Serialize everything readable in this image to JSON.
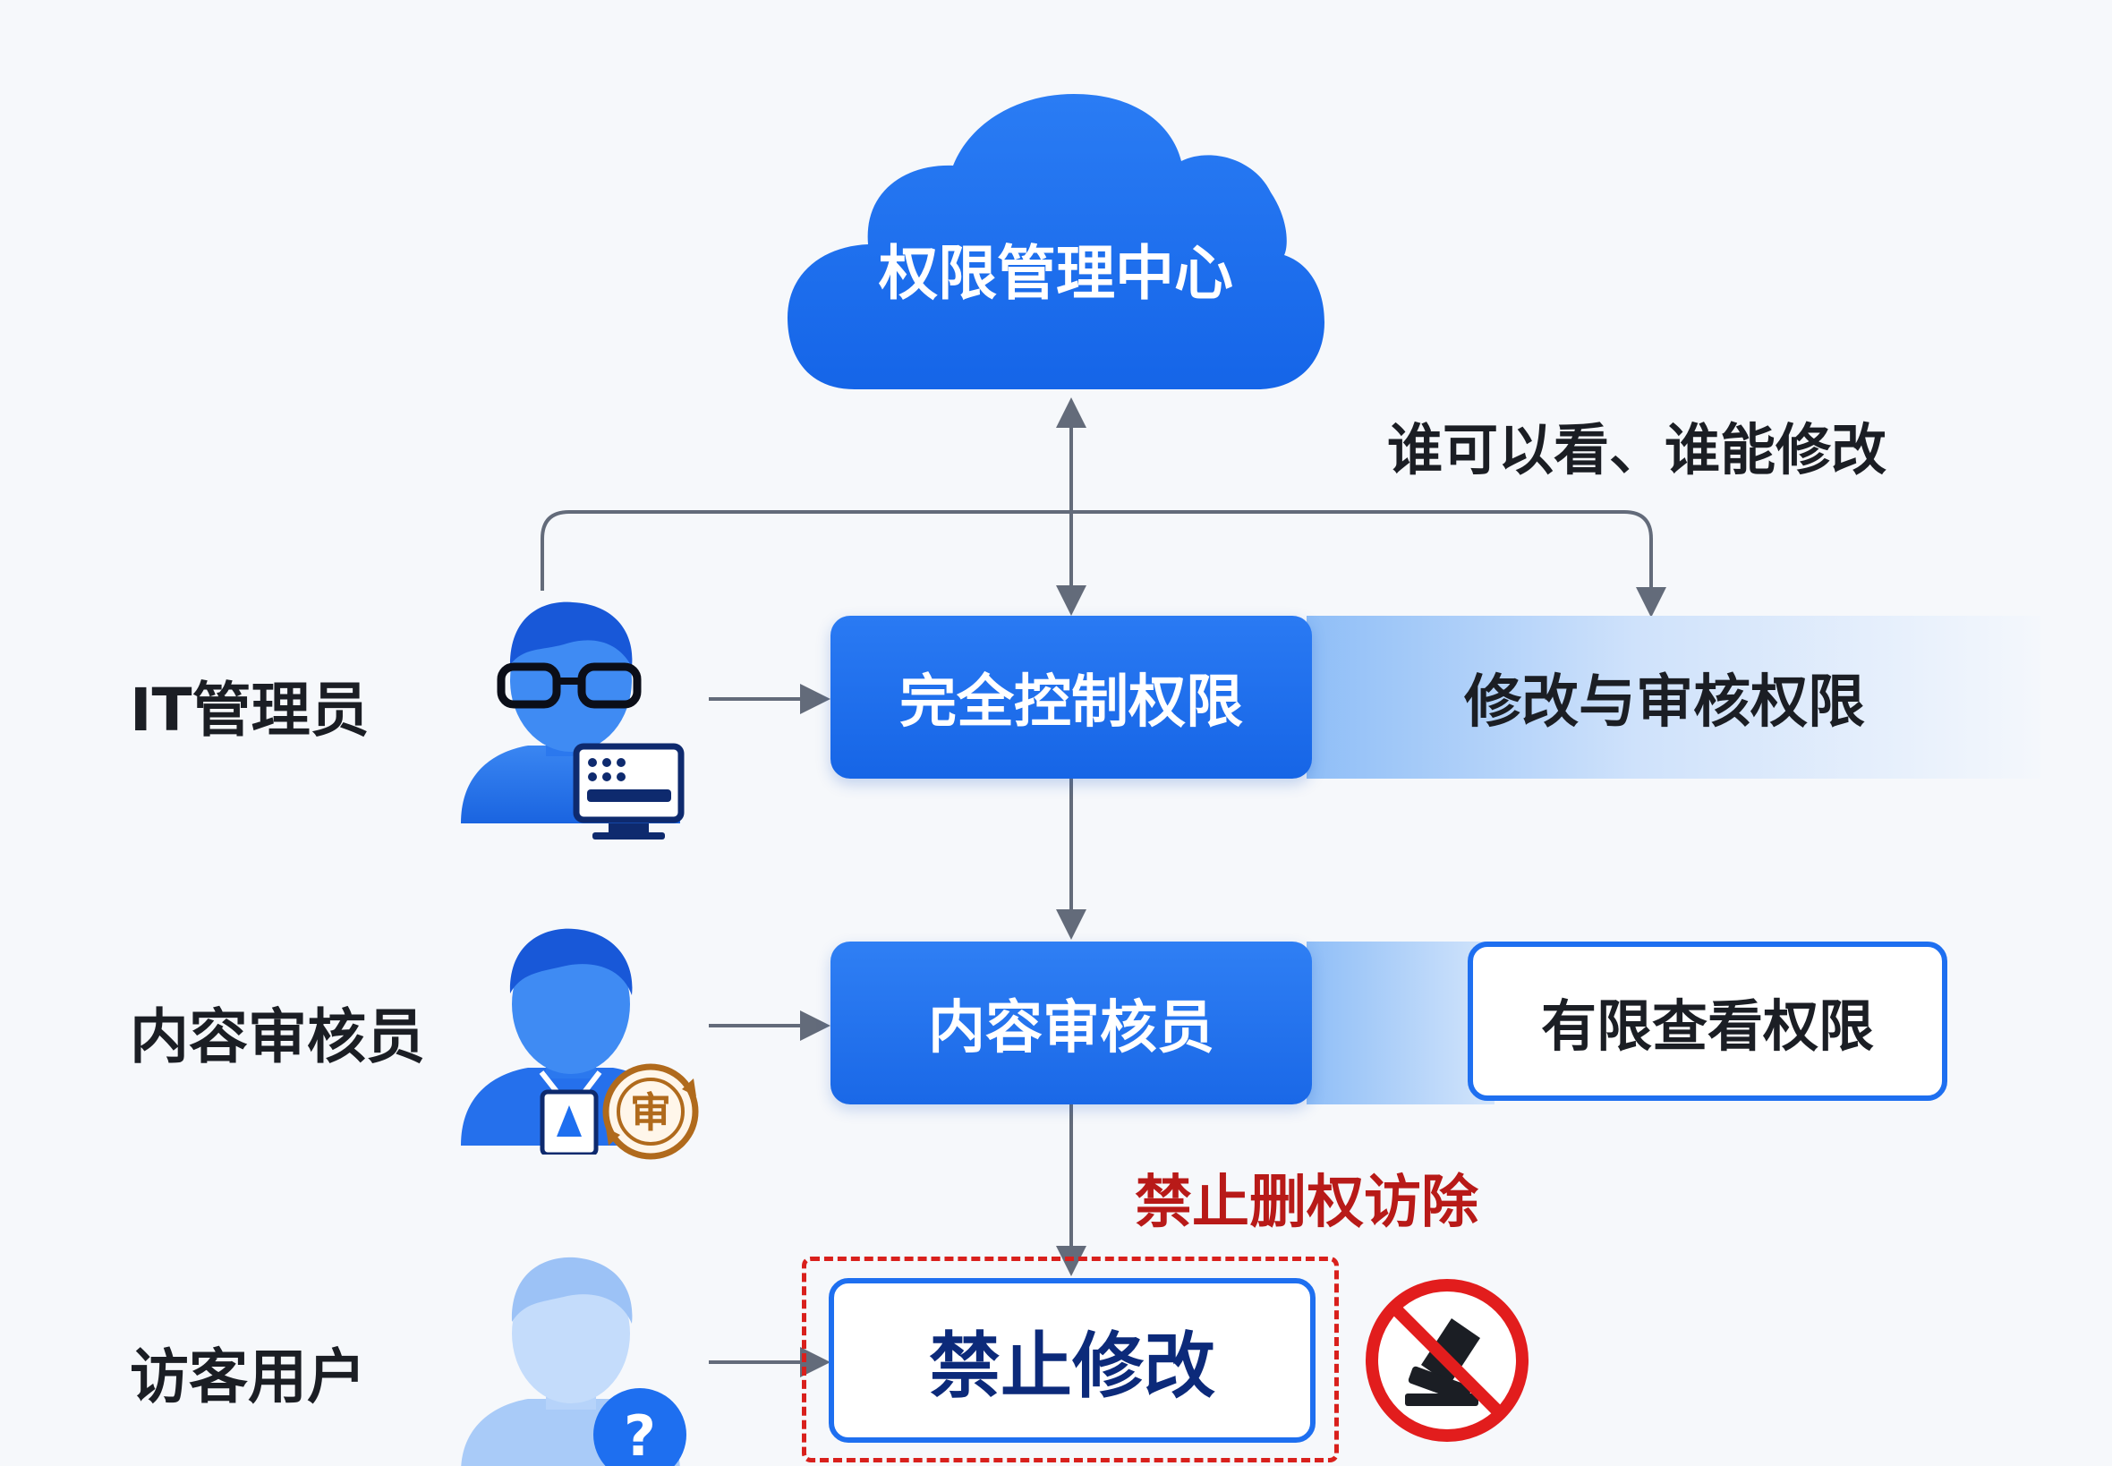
{
  "colors": {
    "primary_blue": "#1e6ff0",
    "light_blue": "#8cbcf6",
    "navy_text": "#0c2a7a",
    "dark_text": "#1b1e24",
    "connector_gray": "#636b7a",
    "warning_red": "#d9201c",
    "forbidden_red": "#e21d1d",
    "background": "#f6f8fb"
  },
  "center": {
    "title": "权限管理中心"
  },
  "annotation": {
    "top_right": "谁可以看、谁能修改",
    "warning": "禁止删权访除"
  },
  "roles": [
    {
      "label": "IT管理员",
      "avatar_icon": "it-admin-avatar-icon",
      "badge_icon": "server-icon",
      "permission_box": "完全控制权限",
      "side_box": "修改与审核权限"
    },
    {
      "label": "内容审核员",
      "avatar_icon": "reviewer-avatar-icon",
      "badge_icon": "seal-icon",
      "badge_text": "审",
      "permission_box": "内容审核员",
      "side_box": "有限查看权限"
    },
    {
      "label": "访客用户",
      "avatar_icon": "guest-avatar-icon",
      "badge_icon": "question-icon",
      "badge_text": "?",
      "permission_box": "禁止修改",
      "side_icon": "no-edit-icon"
    }
  ]
}
